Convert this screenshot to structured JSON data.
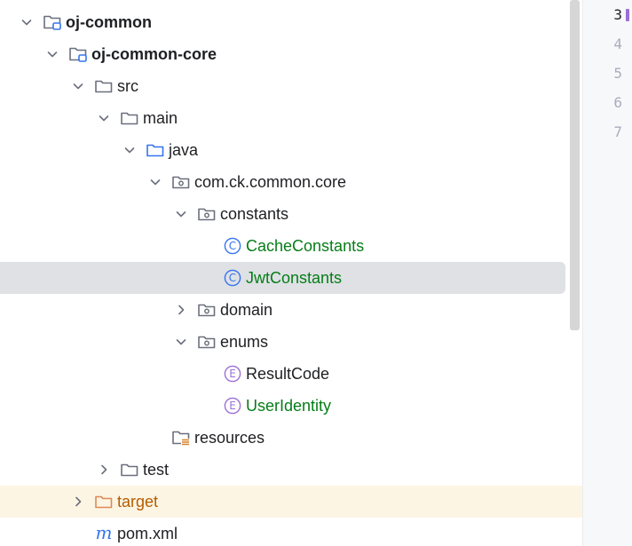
{
  "tree": [
    {
      "label": "oj-common",
      "icon": "module-folder-icon",
      "expanded": true,
      "bold": true,
      "style": ""
    },
    {
      "label": "oj-common-core",
      "icon": "module-folder-icon",
      "expanded": true,
      "bold": true,
      "style": ""
    },
    {
      "label": "src",
      "icon": "folder-icon",
      "expanded": true,
      "bold": false,
      "style": ""
    },
    {
      "label": "main",
      "icon": "folder-icon",
      "expanded": true,
      "bold": false,
      "style": ""
    },
    {
      "label": "java",
      "icon": "source-folder-icon",
      "expanded": true,
      "bold": false,
      "style": ""
    },
    {
      "label": "com.ck.common.core",
      "icon": "package-icon",
      "expanded": true,
      "bold": false,
      "style": ""
    },
    {
      "label": "constants",
      "icon": "package-icon",
      "expanded": true,
      "bold": false,
      "style": ""
    },
    {
      "label": "CacheConstants",
      "icon": "class-icon",
      "expanded": null,
      "bold": false,
      "style": "green"
    },
    {
      "label": "JwtConstants",
      "icon": "class-icon",
      "expanded": null,
      "bold": false,
      "style": "green",
      "selected": true
    },
    {
      "label": "domain",
      "icon": "package-icon",
      "expanded": false,
      "bold": false,
      "style": ""
    },
    {
      "label": "enums",
      "icon": "package-icon",
      "expanded": true,
      "bold": false,
      "style": ""
    },
    {
      "label": "ResultCode",
      "icon": "enum-icon",
      "expanded": null,
      "bold": false,
      "style": ""
    },
    {
      "label": "UserIdentity",
      "icon": "enum-icon",
      "expanded": null,
      "bold": false,
      "style": "green"
    },
    {
      "label": "resources",
      "icon": "resources-folder-icon",
      "expanded": null,
      "bold": false,
      "style": ""
    },
    {
      "label": "test",
      "icon": "folder-icon",
      "expanded": false,
      "bold": false,
      "style": ""
    },
    {
      "label": "target",
      "icon": "excluded-folder-icon",
      "expanded": false,
      "bold": false,
      "style": "orange",
      "excluded": true
    },
    {
      "label": "pom.xml",
      "icon": "maven-icon",
      "expanded": null,
      "bold": false,
      "style": ""
    }
  ],
  "gutter": {
    "lines": [
      "3",
      "4",
      "5",
      "6",
      "7"
    ],
    "current": "3"
  },
  "colors": {
    "selection": "#dfe1e5",
    "excluded_bg": "#fdf5e3",
    "modified_green": "#067d17",
    "excluded_orange": "#b35d00",
    "class_blue": "#3574f0",
    "enum_purple": "#9b70d6"
  }
}
